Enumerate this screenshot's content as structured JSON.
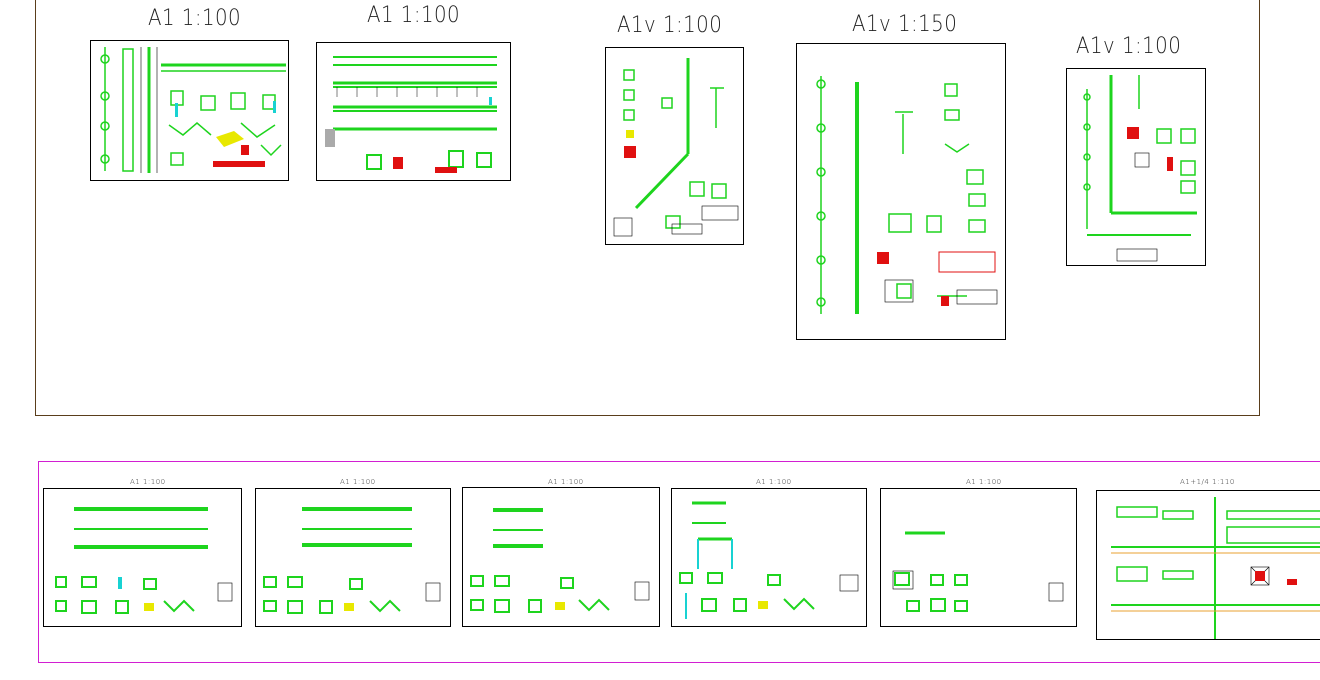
{
  "top_sheets": [
    {
      "label": "A1 1:100"
    },
    {
      "label": "A1 1:100"
    },
    {
      "label": "A1v 1:100"
    },
    {
      "label": "A1v 1:150"
    },
    {
      "label": "A1v 1:100"
    }
  ],
  "bottom_sheets": [
    {
      "label": "A1 1:100"
    },
    {
      "label": "A1 1:100"
    },
    {
      "label": "A1 1:100"
    },
    {
      "label": "A1 1:100"
    },
    {
      "label": "A1 1:100"
    },
    {
      "label": "A1+1/4 1:110"
    }
  ],
  "colors": {
    "frame_top": "#5a3e1b",
    "frame_bottom": "#d21fd2",
    "drawing_green": "#1ed41e",
    "drawing_red": "#e01010",
    "drawing_cyan": "#18d2d2",
    "drawing_yellow": "#e8e800"
  }
}
